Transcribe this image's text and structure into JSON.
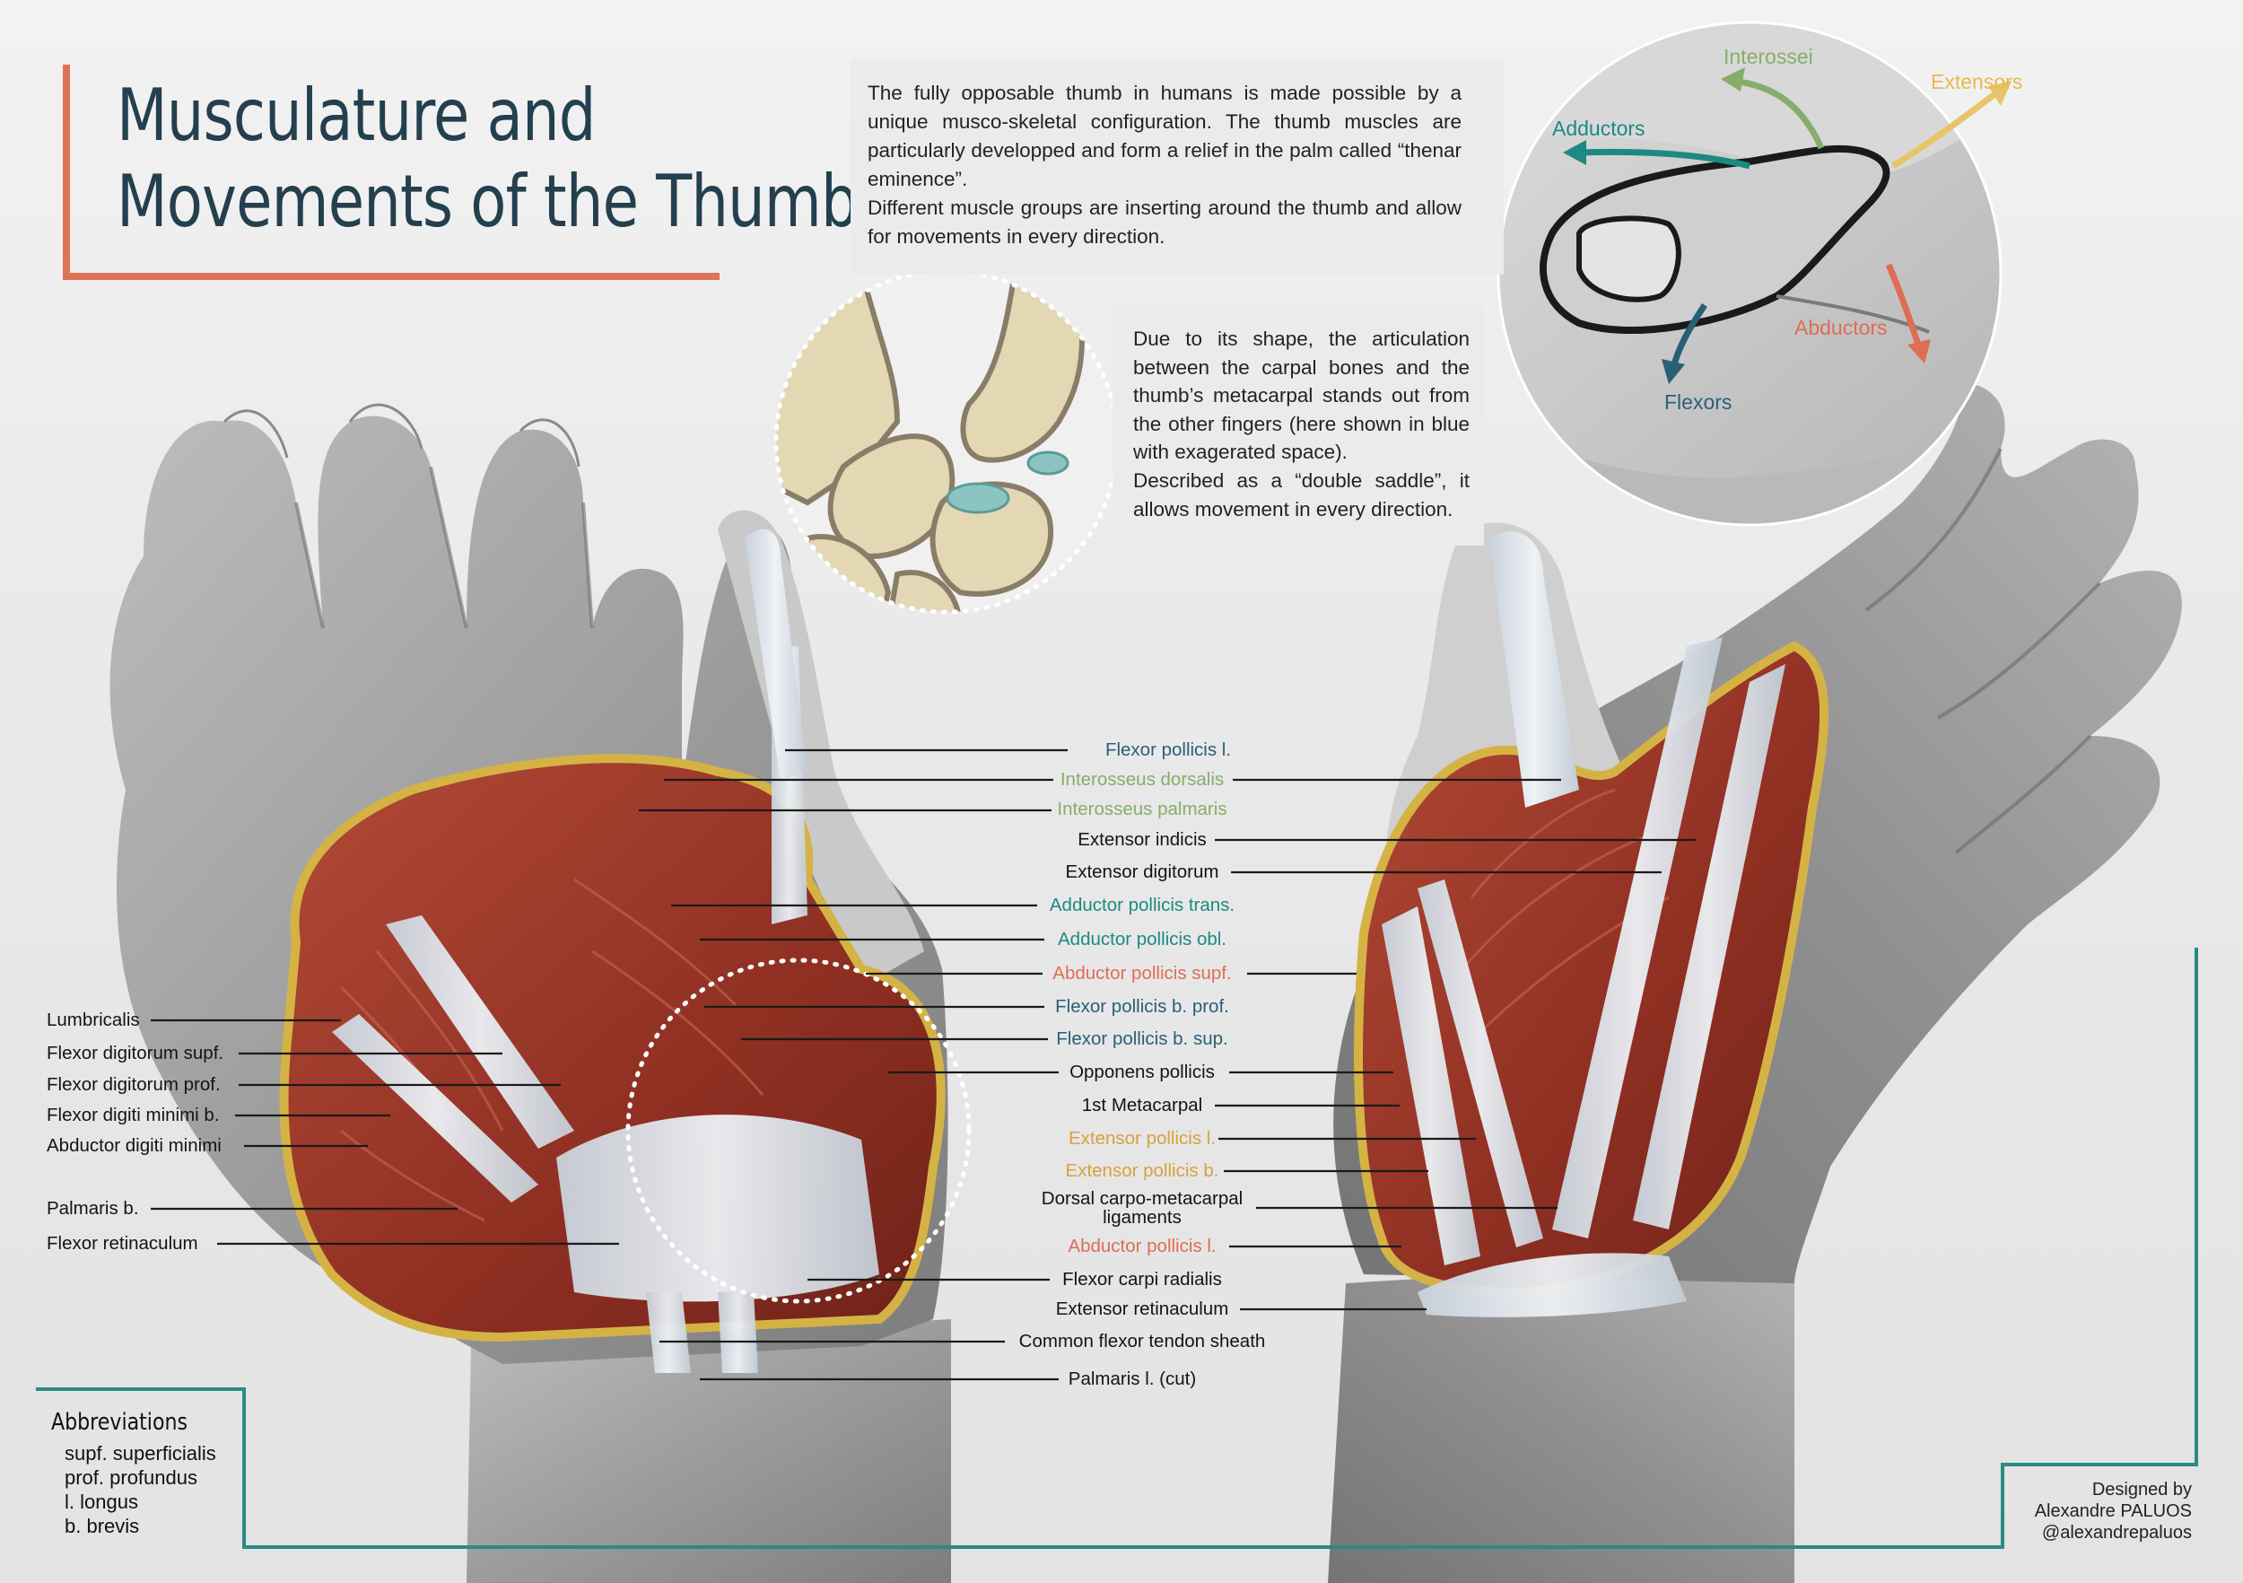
{
  "title": {
    "line1": "Musculature and",
    "line2": "Movements of the Thumb"
  },
  "intro": {
    "p1": "The fully opposable thumb in humans is made possible by a unique musco-skeletal configuration. The thumb muscles are particularly developped and form a relief in the palm  called “thenar eminence”.",
    "p2": "Different muscle groups are inserting around the thumb and allow for movements in every direction."
  },
  "joint": {
    "p1": "Due to its shape, the articulation between the carpal bones and the thumb’s metacarpal  stands out from the other fingers (here shown in blue with exagerated space).",
    "p2": "Described as a “double saddle”, it allows movement in every direction."
  },
  "movement_arrows": [
    {
      "label": "Interossei",
      "color": "#86ad6c"
    },
    {
      "label": "Extensors",
      "color": "#e8b94e"
    },
    {
      "label": "Adductors",
      "color": "#1c8a82"
    },
    {
      "label": "Abductors",
      "color": "#e06c55"
    },
    {
      "label": "Flexors",
      "color": "#2a5f78"
    }
  ],
  "left_labels": [
    "Lumbricalis",
    "Flexor digitorum supf.",
    "Flexor digitorum prof.",
    "Flexor digiti minimi b.",
    "Abductor digiti minimi",
    "Palmaris b.",
    "Flexor retinaculum"
  ],
  "center_labels": [
    {
      "text": "Flexor pollicis l.",
      "color": "#2a5f78"
    },
    {
      "text": "Interosseus dorsalis",
      "color": "#86ad6c"
    },
    {
      "text": "Interosseus palmaris",
      "color": "#86ad6c"
    },
    {
      "text": "Extensor indicis",
      "color": "#141414"
    },
    {
      "text": "Extensor digitorum",
      "color": "#141414"
    },
    {
      "text": "Adductor pollicis trans.",
      "color": "#1c8a82"
    },
    {
      "text": "Adductor pollicis obl.",
      "color": "#1c8a82"
    },
    {
      "text": "Abductor pollicis supf.",
      "color": "#e06c55"
    },
    {
      "text": "Flexor pollicis b. prof.",
      "color": "#2a5f78"
    },
    {
      "text": "Flexor pollicis b. sup.",
      "color": "#2a5f78"
    },
    {
      "text": "Opponens pollicis",
      "color": "#141414"
    },
    {
      "text": "1st Metacarpal",
      "color": "#141414"
    },
    {
      "text": "Extensor pollicis l.",
      "color": "#d7a23b"
    },
    {
      "text": "Extensor pollicis b.",
      "color": "#d7a23b"
    },
    {
      "text": "Dorsal carpo-metacarpal",
      "color": "#141414"
    },
    {
      "text": "ligaments",
      "color": "#141414"
    },
    {
      "text": "Abductor pollicis l.",
      "color": "#e06c55"
    },
    {
      "text": "Flexor carpi radialis",
      "color": "#141414"
    },
    {
      "text": "Extensor retinaculum",
      "color": "#141414"
    },
    {
      "text": "Common flexor tendon sheath",
      "color": "#141414"
    },
    {
      "text": "Palmaris l. (cut)",
      "color": "#141414"
    }
  ],
  "abbreviations": {
    "title": "Abbreviations",
    "items": [
      "supf. superficialis",
      "prof. profundus",
      "l. longus",
      "b. brevis"
    ]
  },
  "credit": {
    "line1": "Designed by",
    "line2": "Alexandre PALUOS",
    "line3": "@alexandrepaluos"
  },
  "colors": {
    "accent_orange": "#df7358",
    "title_navy": "#243f4e",
    "frame_teal": "#2b8a84",
    "muscle_red": "#a3402f",
    "tendon_white": "#e7ecf1",
    "bone_beige": "#e3d7b4",
    "joint_blue": "#8cc4c2",
    "skin_gray": "#a9a9a9"
  }
}
